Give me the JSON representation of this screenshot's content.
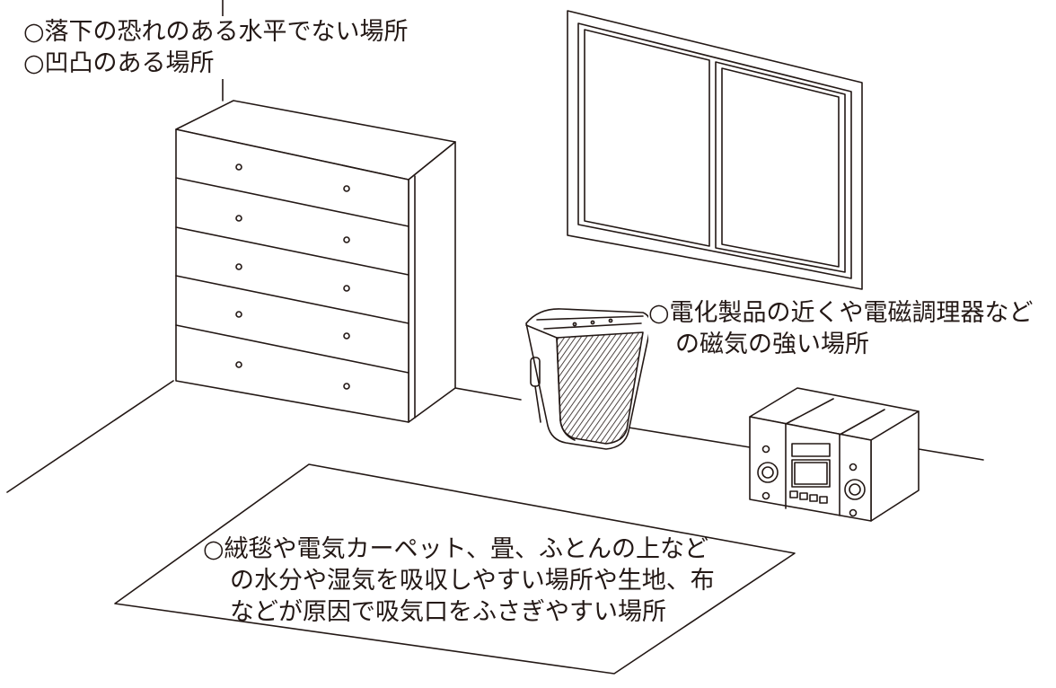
{
  "captions": {
    "top": [
      "○落下の恐れのある水平でない場所",
      "○凹凸のある場所"
    ],
    "right": [
      "○電化製品の近くや電磁調理器など",
      "の磁気の強い場所"
    ],
    "bottom": [
      "○絨毯や電気カーペット、畳、ふとんの上など",
      "の水分や湿気を吸収しやすい場所や生地、布",
      "などが原因で吸気口をふさぎやすい場所"
    ]
  },
  "colors": {
    "line": "#231815",
    "background": "#ffffff"
  }
}
